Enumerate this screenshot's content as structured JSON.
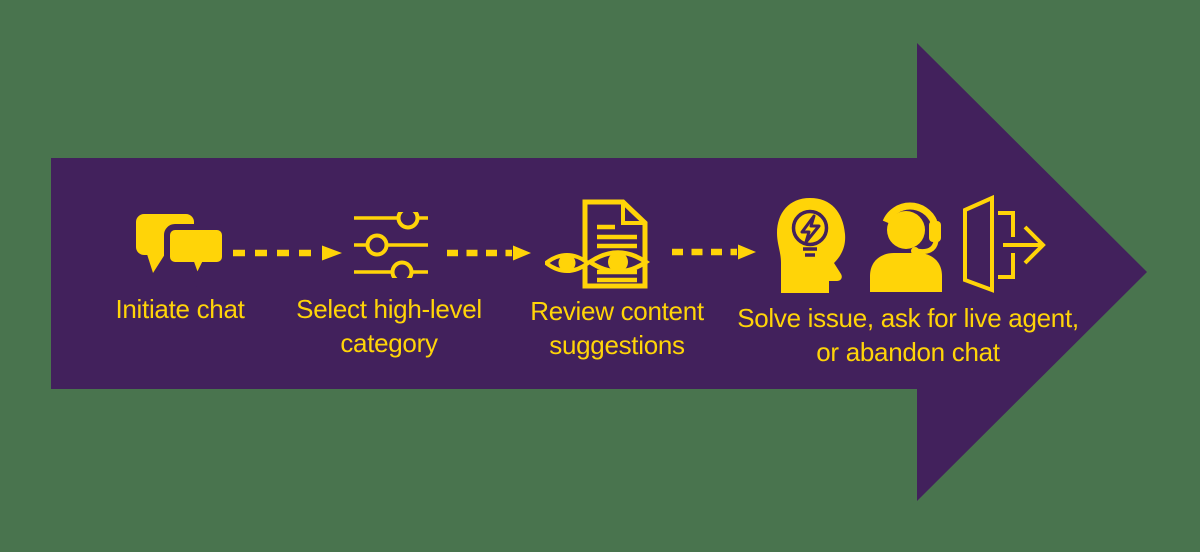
{
  "figure": {
    "type": "process-flow-arrow-diagram",
    "colors": {
      "background_green": "#49744E",
      "arrow_purple": "#42215C",
      "accent_yellow": "#FFD408"
    },
    "connector_style": "dashed-arrow",
    "steps": [
      {
        "label": "Initiate chat",
        "lines": [
          "Initiate chat"
        ],
        "icon": "chat-bubbles-icon"
      },
      {
        "label": "Select high-level category",
        "lines": [
          "Select high-level",
          "category"
        ],
        "icon": "filter-sliders-icon"
      },
      {
        "label": "Review content suggestions",
        "lines": [
          "Review content",
          "suggestions"
        ],
        "icon": "eyes-document-icon"
      },
      {
        "label": "Solve issue, ask for live agent, or abandon chat",
        "lines": [
          "Solve issue, ask for live agent,",
          "or abandon chat"
        ],
        "icon": "head-lightbulb-icon, support-agent-icon, exit-door-icon"
      }
    ]
  }
}
